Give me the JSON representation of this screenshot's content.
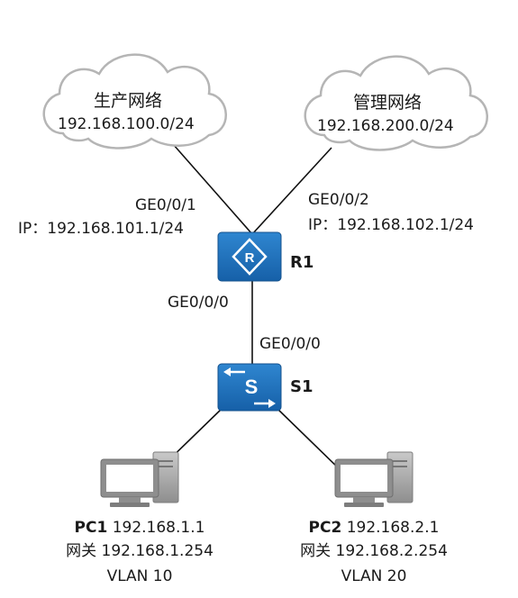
{
  "clouds": [
    {
      "name": "生产网络",
      "subnet": "192.168.100.0/24"
    },
    {
      "name": "管理网络",
      "subnet": "192.168.200.0/24"
    }
  ],
  "router": {
    "name": "R1",
    "icon": "router-icon",
    "ports": {
      "left": {
        "port": "GE0/0/1",
        "ip": "IP：192.168.101.1/24"
      },
      "right": {
        "port": "GE0/0/2",
        "ip": "IP：192.168.102.1/24"
      },
      "down": "GE0/0/0"
    }
  },
  "switch": {
    "name": "S1",
    "icon": "switch-icon",
    "up_port": "GE0/0/0"
  },
  "pcs": [
    {
      "name": "PC1",
      "ip": "192.168.1.1",
      "gateway_label": "网关",
      "gateway": "192.168.1.254",
      "vlan": "VLAN 10"
    },
    {
      "name": "PC2",
      "ip": "192.168.2.1",
      "gateway_label": "网关",
      "gateway": "192.168.2.254",
      "vlan": "VLAN 20"
    }
  ],
  "colors": {
    "device": "#1f6fb8",
    "device_dark": "#154f85",
    "cloud_stroke": "#b8b8b8",
    "link": "#111111",
    "pc_gray": "#9a9a9a"
  }
}
